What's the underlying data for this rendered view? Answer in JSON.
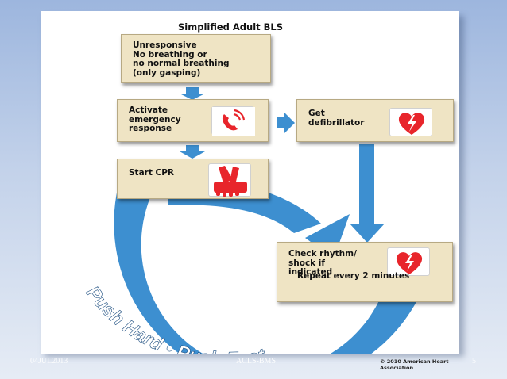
{
  "title": "Simplified Adult BLS",
  "boxes": {
    "unresponsive": "Unresponsive\nNo breathing or\nno normal breathing\n(only gasping)",
    "activate": "Activate\nemergency\nresponse",
    "defibrillator": "Get\ndefibrillator",
    "cpr": "Start CPR",
    "rhythm": "Check rhythm/\nshock if\nindicated",
    "repeat": "Repeat every 2 minutes"
  },
  "cycle_text": "Push Hard • Push Fast",
  "copyright": "© 2010 American Heart Association",
  "footer": {
    "date": "04JUL2013",
    "center": "ACLS-BMS",
    "page": "5"
  },
  "colors": {
    "arrow_blue": "#3d8fd0",
    "box_fill": "#efe4c4",
    "icon_red": "#e8252b"
  },
  "icons": [
    "phone-icon",
    "heart-shock-icon",
    "cpr-hands-icon"
  ]
}
